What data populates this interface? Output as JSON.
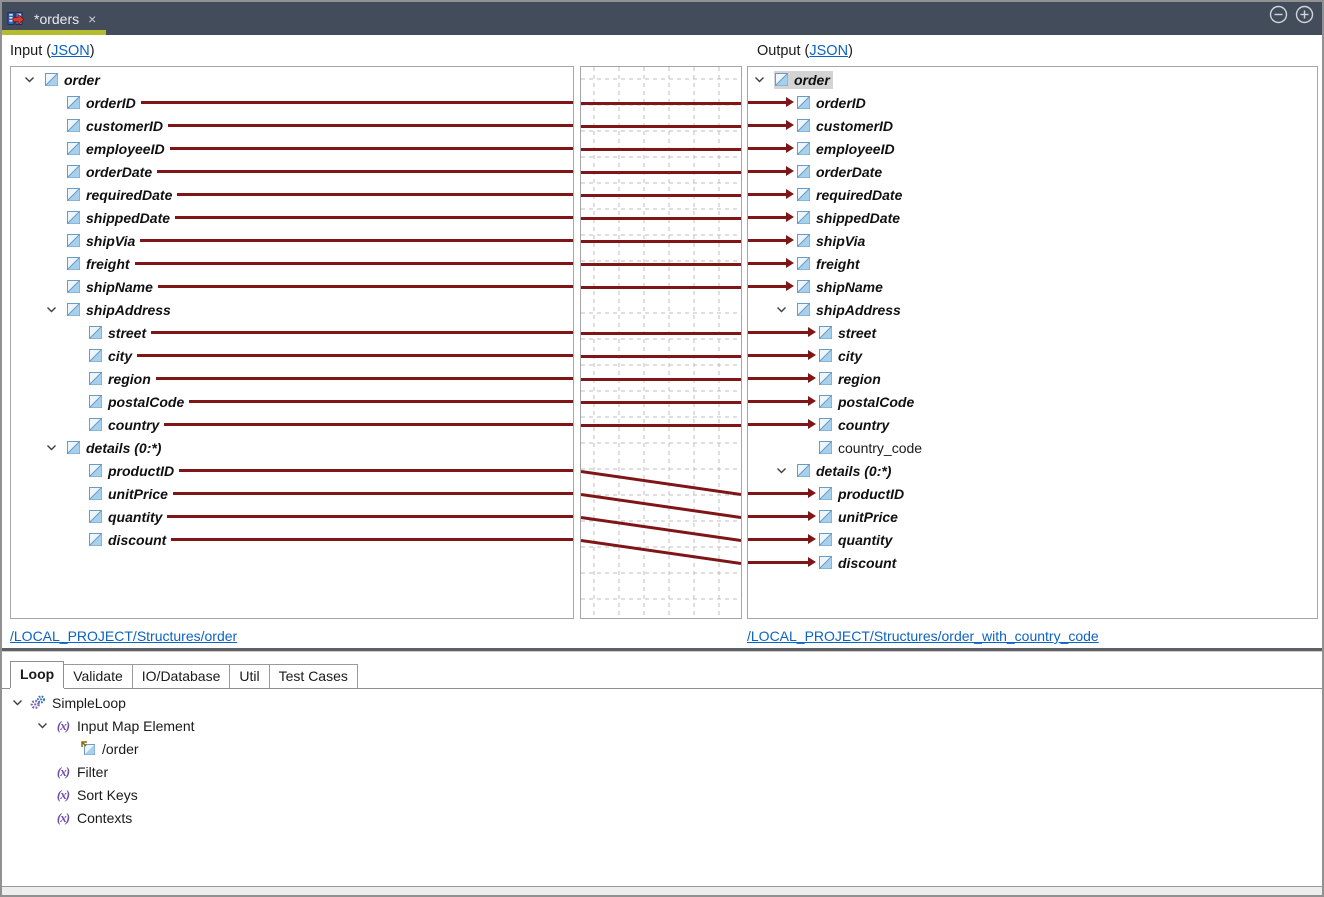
{
  "tab_bar": {
    "title": "*orders",
    "close_glyph": "×",
    "window_buttons": [
      "zoom-out",
      "zoom-in"
    ]
  },
  "headers": {
    "input": {
      "prefix": "Input (",
      "link": "JSON",
      "suffix": ")"
    },
    "output": {
      "prefix": "Output (",
      "link": "JSON",
      "suffix": ")"
    }
  },
  "left_tree": [
    {
      "label": "order",
      "level": 0,
      "type": "parent",
      "mapped": false
    },
    {
      "label": "orderID",
      "level": 1,
      "type": "leaf",
      "mapped": true
    },
    {
      "label": "customerID",
      "level": 1,
      "type": "leaf",
      "mapped": true
    },
    {
      "label": "employeeID",
      "level": 1,
      "type": "leaf",
      "mapped": true
    },
    {
      "label": "orderDate",
      "level": 1,
      "type": "leaf",
      "mapped": true
    },
    {
      "label": "requiredDate",
      "level": 1,
      "type": "leaf",
      "mapped": true
    },
    {
      "label": "shippedDate",
      "level": 1,
      "type": "leaf",
      "mapped": true
    },
    {
      "label": "shipVia",
      "level": 1,
      "type": "leaf",
      "mapped": true
    },
    {
      "label": "freight",
      "level": 1,
      "type": "leaf",
      "mapped": true
    },
    {
      "label": "shipName",
      "level": 1,
      "type": "leaf",
      "mapped": true
    },
    {
      "label": "shipAddress",
      "level": 1,
      "type": "parent",
      "mapped": false
    },
    {
      "label": "street",
      "level": 2,
      "type": "leaf",
      "mapped": true
    },
    {
      "label": "city",
      "level": 2,
      "type": "leaf",
      "mapped": true
    },
    {
      "label": "region",
      "level": 2,
      "type": "leaf",
      "mapped": true
    },
    {
      "label": "postalCode",
      "level": 2,
      "type": "leaf",
      "mapped": true
    },
    {
      "label": "country",
      "level": 2,
      "type": "leaf",
      "mapped": true
    },
    {
      "label": "details (0:*)",
      "level": 1,
      "type": "parent",
      "mapped": false
    },
    {
      "label": "productID",
      "level": 2,
      "type": "leaf",
      "mapped": true
    },
    {
      "label": "unitPrice",
      "level": 2,
      "type": "leaf",
      "mapped": true
    },
    {
      "label": "quantity",
      "level": 2,
      "type": "leaf",
      "mapped": true
    },
    {
      "label": "discount",
      "level": 2,
      "type": "leaf",
      "mapped": true
    }
  ],
  "right_tree": [
    {
      "label": "order",
      "level": 0,
      "type": "parent",
      "mapped": false,
      "selected": true
    },
    {
      "label": "orderID",
      "level": 1,
      "type": "leaf",
      "mapped": true
    },
    {
      "label": "customerID",
      "level": 1,
      "type": "leaf",
      "mapped": true
    },
    {
      "label": "employeeID",
      "level": 1,
      "type": "leaf",
      "mapped": true
    },
    {
      "label": "orderDate",
      "level": 1,
      "type": "leaf",
      "mapped": true
    },
    {
      "label": "requiredDate",
      "level": 1,
      "type": "leaf",
      "mapped": true
    },
    {
      "label": "shippedDate",
      "level": 1,
      "type": "leaf",
      "mapped": true
    },
    {
      "label": "shipVia",
      "level": 1,
      "type": "leaf",
      "mapped": true
    },
    {
      "label": "freight",
      "level": 1,
      "type": "leaf",
      "mapped": true
    },
    {
      "label": "shipName",
      "level": 1,
      "type": "leaf",
      "mapped": true
    },
    {
      "label": "shipAddress",
      "level": 1,
      "type": "parent",
      "mapped": false
    },
    {
      "label": "street",
      "level": 2,
      "type": "leaf",
      "mapped": true
    },
    {
      "label": "city",
      "level": 2,
      "type": "leaf",
      "mapped": true
    },
    {
      "label": "region",
      "level": 2,
      "type": "leaf",
      "mapped": true
    },
    {
      "label": "postalCode",
      "level": 2,
      "type": "leaf",
      "mapped": true
    },
    {
      "label": "country",
      "level": 2,
      "type": "leaf",
      "mapped": true
    },
    {
      "label": "country_code",
      "level": 2,
      "type": "leaf",
      "mapped": false,
      "plain": true
    },
    {
      "label": "details (0:*)",
      "level": 1,
      "type": "parent",
      "mapped": false
    },
    {
      "label": "productID",
      "level": 2,
      "type": "leaf",
      "mapped": true
    },
    {
      "label": "unitPrice",
      "level": 2,
      "type": "leaf",
      "mapped": true
    },
    {
      "label": "quantity",
      "level": 2,
      "type": "leaf",
      "mapped": true
    },
    {
      "label": "discount",
      "level": 2,
      "type": "leaf",
      "mapped": true
    }
  ],
  "footer_links": {
    "left": "/LOCAL_PROJECT/Structures/order",
    "right": "/LOCAL_PROJECT/Structures/order_with_country_code"
  },
  "bottom_tabs": [
    {
      "label": "Loop",
      "active": true
    },
    {
      "label": "Validate",
      "active": false
    },
    {
      "label": "IO/Database",
      "active": false
    },
    {
      "label": "Util",
      "active": false
    },
    {
      "label": "Test Cases",
      "active": false
    }
  ],
  "bottom_tree": [
    {
      "label": "SimpleLoop",
      "level": 0,
      "icon": "gears",
      "parent": true
    },
    {
      "label": "Input Map Element",
      "level": 1,
      "icon": "fx",
      "parent": true
    },
    {
      "label": "/order",
      "level": 2,
      "icon": "node-arrow",
      "parent": false
    },
    {
      "label": "Filter",
      "level": 1,
      "icon": "fx",
      "parent": false
    },
    {
      "label": "Sort Keys",
      "level": 1,
      "icon": "fx",
      "parent": false
    },
    {
      "label": "Contexts",
      "level": 1,
      "icon": "fx",
      "parent": false
    }
  ],
  "colors": {
    "mapping_line": "#7f1517",
    "tab_accent": "#b5bc31",
    "tabbar_bg": "#434c5b",
    "link": "#0b63c5",
    "selection_bg": "#d4d4d4",
    "grid_dash": "#bfbfbf"
  }
}
